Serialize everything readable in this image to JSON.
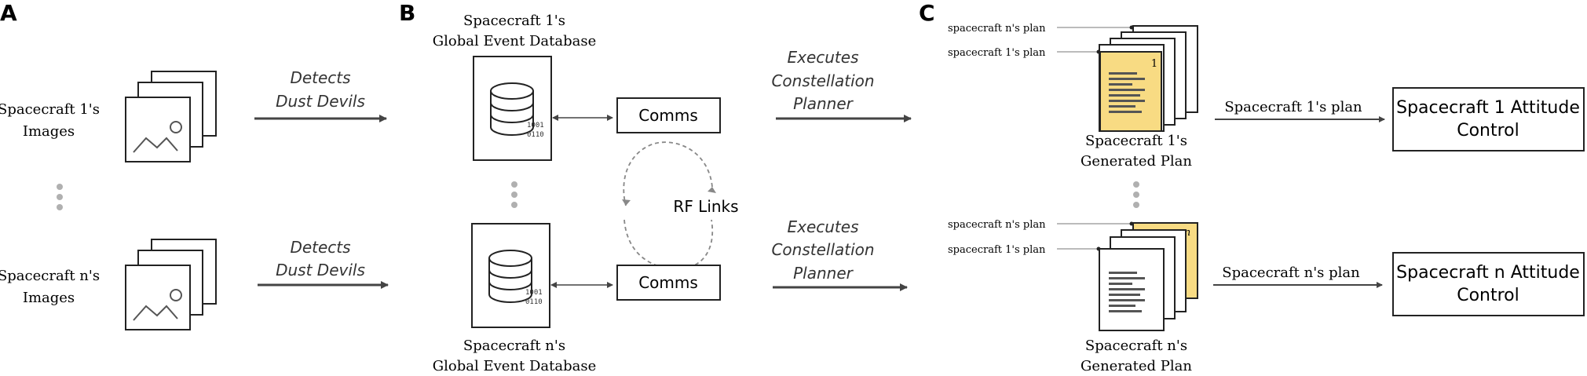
{
  "panels": {
    "a": "A",
    "b": "B",
    "c": "C"
  },
  "panel_a": {
    "sc1_images": [
      "Spacecraft 1's",
      "Images"
    ],
    "scn_images": [
      "Spacecraft n's",
      "Images"
    ],
    "detects_top": [
      "Detects",
      "Dust Devils"
    ],
    "detects_bottom": [
      "Detects",
      "Dust Devils"
    ]
  },
  "panel_b": {
    "db1_label": [
      "Spacecraft 1's",
      "Global Event Database"
    ],
    "dbn_label": [
      "Spacecraft n's",
      "Global Event Database"
    ],
    "binary": [
      "1001",
      "0110"
    ],
    "comms_top": "Comms",
    "comms_bottom": "Comms",
    "rf_links": "RF Links",
    "executes_top": [
      "Executes",
      "Constellation",
      "Planner"
    ],
    "executes_bottom": [
      "Executes",
      "Constellation",
      "Planner"
    ]
  },
  "panel_c": {
    "plan_n_label": "spacecraft n's plan",
    "plan_1_label": "spacecraft 1's plan",
    "badge_1": "1",
    "badge_n": "n",
    "gen_plan_1": [
      "Spacecraft 1's",
      "Generated Plan"
    ],
    "gen_plan_n": [
      "Spacecraft n's",
      "Generated Plan"
    ],
    "sc1_plan_arrow": "Spacecraft 1's plan",
    "scn_plan_arrow": "Spacecraft n's plan",
    "attitude_1": [
      "Spacecraft 1 Attitude",
      "Control"
    ],
    "attitude_n": [
      "Spacecraft n Attitude",
      "Control"
    ]
  },
  "colors": {
    "plan_highlight": "#f8db83",
    "arrow": "#444444",
    "dots": "#b0b0b0",
    "dashed": "#888888"
  },
  "icons": [
    "image-stack-icon",
    "database-icon",
    "document-stack-icon",
    "vertical-ellipsis-icon"
  ]
}
